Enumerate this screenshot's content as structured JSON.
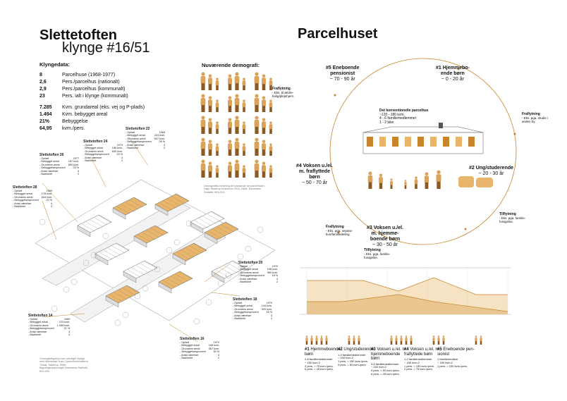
{
  "left": {
    "title": "Slettetoften",
    "subtitle": "klynge #16/51",
    "data_heading": "Klyngedata:",
    "stats": [
      {
        "value": "8",
        "label": "Parcelhuse (1968-1977)"
      },
      {
        "value": "2,6",
        "label": "Pers./parcelhus (nationalt)"
      },
      {
        "value": "2,9",
        "label": "Pers./parcelhus (kommunalt)"
      },
      {
        "value": "23",
        "label": "Pers. ialt i klynge (kommunalt)"
      },
      {
        "value": "7.285",
        "label": "Kvm. grundareal (eks. vej og P-plads)"
      },
      {
        "value": "1.494",
        "label": "Kvm. bebygget areal"
      },
      {
        "value": "21%",
        "label": "Bebyggelse"
      },
      {
        "value": "64,95",
        "label": "kvm./pers."
      }
    ],
    "demography_heading": "Nuværende demografi:",
    "demography_note": "Demografisk fordeling af husstande for parcelhuse i Høje-Taastrup kommune 2014. Kilde: Danmarks Statistik, BOL203",
    "map_note": "Oversigtstegning over udvalgte klynge med tilhørende huse i parcelhuskvarteret Tolhøj, Taastrup. Kilde: Bygningsoplysninger Danmarks Statistik, BOL203",
    "houses": [
      {
        "name": "Slettetoften 22",
        "rows": [
          [
            "Opført",
            "1969"
          ],
          [
            "Bebygget areal",
            "224 kvm."
          ],
          [
            "Grundens areal",
            "847 kvm."
          ],
          [
            "Bebyggelsesprocent",
            "26 %"
          ],
          [
            "Antal værelser",
            "4"
          ],
          [
            "Bad/toilet",
            "2"
          ]
        ]
      },
      {
        "name": "Slettetoften 24",
        "rows": [
          [
            "Opført",
            "1973"
          ],
          [
            "Bebygget areal",
            "186 kvm."
          ],
          [
            "Grundens areal",
            "630 kvm."
          ],
          [
            "Bebyggelsesprocent",
            "20 %"
          ],
          [
            "Antal værelser",
            "4"
          ],
          [
            "Bad/toilet",
            "2"
          ]
        ]
      },
      {
        "name": "Slettetoften 26",
        "rows": [
          [
            "Opført",
            "1977"
          ],
          [
            "Bebygget areal",
            "187 kvm."
          ],
          [
            "Grundens areal",
            "800 kvm."
          ],
          [
            "Bebyggelsesprocent",
            "23 %"
          ],
          [
            "Antal værelser",
            "4"
          ],
          [
            "Bad/toilet",
            "2"
          ]
        ]
      },
      {
        "name": "Slettetoften 28",
        "rows": [
          [
            "Opført",
            "1969"
          ],
          [
            "Bebygget areal",
            "178 kvm."
          ],
          [
            "Grundens areal",
            "804 kvm."
          ],
          [
            "Bebyggelsesprocent",
            "22 %"
          ],
          [
            "Antal værelser",
            "4"
          ],
          [
            "Bad/toilet",
            "2"
          ]
        ]
      },
      {
        "name": "Slettetoften 20",
        "rows": [
          [
            "Opført",
            "1970"
          ],
          [
            "Bebygget areal",
            "198 kvm."
          ],
          [
            "Grundens areal",
            "980 kvm."
          ],
          [
            "Bebyggelsesprocent",
            "18 %"
          ],
          [
            "Antal værelser",
            "4"
          ],
          [
            "Bad/toilet",
            "2"
          ]
        ]
      },
      {
        "name": "Slettetoften 18",
        "rows": [
          [
            "Opført",
            "1970"
          ],
          [
            "Bebygget areal",
            "144 kvm."
          ],
          [
            "Grundens areal",
            "920 kvm."
          ],
          [
            "Bebyggelsesprocent",
            "16 %"
          ],
          [
            "Antal værelser",
            "4"
          ],
          [
            "Bad/toilet",
            "2"
          ]
        ]
      },
      {
        "name": "Slettetoften 14",
        "rows": [
          [
            "Opført",
            "1969"
          ],
          [
            "Bebygget areal",
            "223 kvm."
          ],
          [
            "Grundens areal",
            "1.065 kvm."
          ],
          [
            "Bebyggelsesprocent",
            "21 %"
          ],
          [
            "Antal værelser",
            "4"
          ],
          [
            "Bad/toilet",
            "2"
          ]
        ]
      },
      {
        "name": "Slettetoften 16",
        "rows": [
          [
            "Opført",
            "1970"
          ],
          [
            "Bebygget areal",
            "168 kvm."
          ],
          [
            "Grundens areal",
            "567 kvm."
          ],
          [
            "Bebyggelsesprocent",
            "30 %"
          ],
          [
            "Antal værelser",
            "4"
          ],
          [
            "Bad/toilet",
            "2"
          ]
        ]
      }
    ]
  },
  "right": {
    "title": "Parcelhuset",
    "stages": [
      {
        "label": "#5 Eneboende",
        "sub": "pensionist",
        "range": "~ 70 - 90 år"
      },
      {
        "label": "#1 Hjemmebo-",
        "sub": "ende børn",
        "range": "~ 0 - 20 år"
      },
      {
        "label": "#2 Ung/studerende",
        "sub": "",
        "range": "~ 20 - 30 år"
      },
      {
        "label": "#3 Voksen u./el.",
        "sub": "m. hjemme-\nboende børn",
        "range": "~ 30 - 50 år"
      },
      {
        "label": "#4 Voksen u./el.",
        "sub": "m. fraflyttede\nbørn",
        "range": "~ 50 - 70 år"
      }
    ],
    "house_title": "Det konventionelle parcelhus",
    "house_lines": [
      "~120 - 180 kvm.",
      "4 - 6 familiemedlemmer",
      "1 - 2 biler"
    ],
    "flows": [
      {
        "title": "Fraflytning",
        "note": "- Eks. til ældre-\nbolig/plejehjem."
      },
      {
        "title": "Fraflytning",
        "note": "- Eks. pga. studie i\nanden by."
      },
      {
        "title": "Tilflytning",
        "note": "- Eks. pga. familie-\nforøgelse."
      },
      {
        "title": "Fraflytning",
        "note": "- Eks. pga. separa-\ntion/familiedeling."
      },
      {
        "title": "Tilflytning",
        "note": "- Eks. pga. familie-\nforøgelse."
      }
    ],
    "bottom": [
      {
        "n": "#1",
        "title": "Hjemmeboende\nbørn",
        "lines": [
          "2-6 familiemedlemmer",
          "~ 150 kvm.2",
          "2 pers. = 75 kvm./pers.",
          "6 pers. = 25 kvm./pers."
        ]
      },
      {
        "n": "#2",
        "title": "Ung/studerende\n",
        "lines": [
          "1-3 familiemedlemmer",
          "~ 150 kvm.2",
          "1 pers. = 150 kvm./pers.",
          "3 pers. = 50 kvm./pers."
        ]
      },
      {
        "n": "#3",
        "title": "Voksen u./el. m.\nhjemmeboende\nbørn",
        "lines": [
          "3-6 familiemedlemmer",
          "~ 150 kvm.2",
          "3 pers. = 50 kvm./pers.",
          "6 pers. = 25 kvm./pers."
        ]
      },
      {
        "n": "#4",
        "title": "Voksen u./el. m.\nfraflyttede børn",
        "lines": [
          "1-2 familiemedlemmer",
          "~ 150 kvm.2",
          "1 pers. = 150 kvm./pers.",
          "2 pers. = 75 kvm./pers."
        ]
      },
      {
        "n": "#5",
        "title": "Eneboende pen-\nsionist",
        "lines": [
          "1 familiemedlem",
          "~ 150 kvm.2",
          "1 pers. = 150 kvm./pers."
        ]
      }
    ],
    "colors": {
      "accent": "#c8842a",
      "fill": "#f3dcb5",
      "line": "#d9a45a"
    }
  }
}
